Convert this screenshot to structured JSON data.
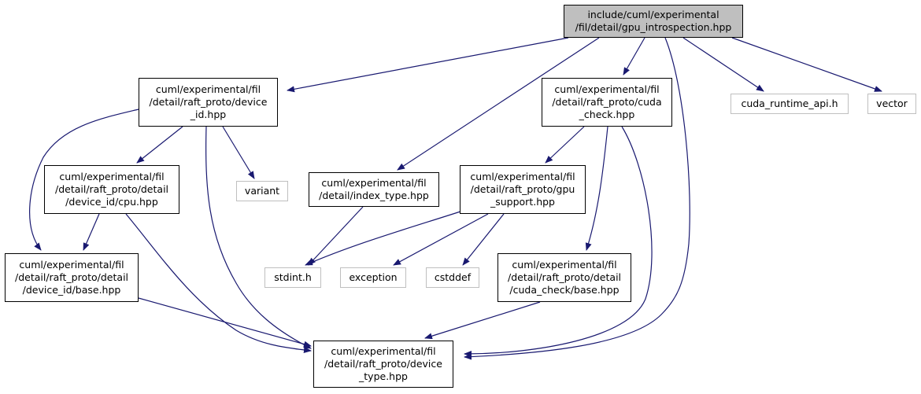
{
  "colors": {
    "edge": "#191970",
    "root_fill": "#bfbfbf",
    "node_border": "#000000",
    "external_border": "#bfbfbf"
  },
  "nodes": [
    {
      "id": "gpu_introspection",
      "label": "include/cuml/experimental\n/fil/detail/gpu_introspection.hpp",
      "kind": "root"
    },
    {
      "id": "device_id",
      "label": "cuml/experimental/fil\n/detail/raft_proto/device\n_id.hpp",
      "kind": "header"
    },
    {
      "id": "cuda_check",
      "label": "cuml/experimental/fil\n/detail/raft_proto/cuda\n_check.hpp",
      "kind": "header"
    },
    {
      "id": "cuda_runtime_api",
      "label": "cuda_runtime_api.h",
      "kind": "external"
    },
    {
      "id": "vector",
      "label": "vector",
      "kind": "external"
    },
    {
      "id": "device_id_cpu",
      "label": "cuml/experimental/fil\n/detail/raft_proto/detail\n/device_id/cpu.hpp",
      "kind": "header"
    },
    {
      "id": "variant",
      "label": "variant",
      "kind": "external"
    },
    {
      "id": "index_type",
      "label": "cuml/experimental/fil\n/detail/index_type.hpp",
      "kind": "header"
    },
    {
      "id": "gpu_support",
      "label": "cuml/experimental/fil\n/detail/raft_proto/gpu\n_support.hpp",
      "kind": "header"
    },
    {
      "id": "device_id_base",
      "label": "cuml/experimental/fil\n/detail/raft_proto/detail\n/device_id/base.hpp",
      "kind": "header"
    },
    {
      "id": "stdint",
      "label": "stdint.h",
      "kind": "external"
    },
    {
      "id": "exception",
      "label": "exception",
      "kind": "external"
    },
    {
      "id": "cstddef",
      "label": "cstddef",
      "kind": "external"
    },
    {
      "id": "cuda_check_base",
      "label": "cuml/experimental/fil\n/detail/raft_proto/detail\n/cuda_check/base.hpp",
      "kind": "header"
    },
    {
      "id": "device_type",
      "label": "cuml/experimental/fil\n/detail/raft_proto/device\n_type.hpp",
      "kind": "header"
    }
  ],
  "edges": [
    {
      "from": "gpu_introspection",
      "to": "device_id"
    },
    {
      "from": "gpu_introspection",
      "to": "index_type"
    },
    {
      "from": "gpu_introspection",
      "to": "cuda_check"
    },
    {
      "from": "gpu_introspection",
      "to": "device_type"
    },
    {
      "from": "gpu_introspection",
      "to": "cuda_runtime_api"
    },
    {
      "from": "gpu_introspection",
      "to": "vector"
    },
    {
      "from": "device_id",
      "to": "device_id_cpu"
    },
    {
      "from": "device_id",
      "to": "variant"
    },
    {
      "from": "device_id",
      "to": "device_id_base"
    },
    {
      "from": "device_id",
      "to": "device_type"
    },
    {
      "from": "device_id_cpu",
      "to": "device_id_base"
    },
    {
      "from": "device_id_cpu",
      "to": "device_type"
    },
    {
      "from": "device_id_base",
      "to": "device_type"
    },
    {
      "from": "index_type",
      "to": "stdint"
    },
    {
      "from": "cuda_check",
      "to": "gpu_support"
    },
    {
      "from": "cuda_check",
      "to": "cuda_check_base"
    },
    {
      "from": "cuda_check",
      "to": "device_type"
    },
    {
      "from": "gpu_support",
      "to": "stdint"
    },
    {
      "from": "gpu_support",
      "to": "exception"
    },
    {
      "from": "gpu_support",
      "to": "cstddef"
    },
    {
      "from": "cuda_check_base",
      "to": "device_type"
    }
  ]
}
